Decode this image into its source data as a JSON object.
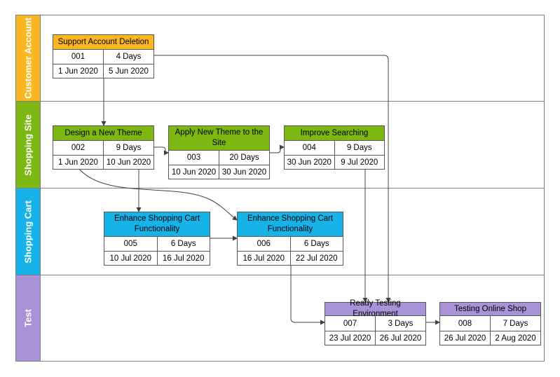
{
  "colors": {
    "orange": "#fbb722",
    "green": "#7db712",
    "blue": "#16b2e8",
    "purple": "#a992d8",
    "line": "#404040"
  },
  "lanes": [
    {
      "id": "customer",
      "label": "Customer Account",
      "color": "#fbb722"
    },
    {
      "id": "site",
      "label": "Shopping Site",
      "color": "#7db712"
    },
    {
      "id": "cart",
      "label": "Shopping Cart",
      "color": "#16b2e8"
    },
    {
      "id": "test",
      "label": "Test",
      "color": "#a992d8"
    }
  ],
  "tasks": [
    {
      "title": "Support Account Deletion",
      "id": "001",
      "duration": "4 Days",
      "start": "1 Jun 2020",
      "end": "5 Jun 2020",
      "color": "#fbb722"
    },
    {
      "title": "Design a New Theme",
      "id": "002",
      "duration": "9 Days",
      "start": "1 Jun 2020",
      "end": "10 Jun 2020",
      "color": "#7db712"
    },
    {
      "title": "Apply New Theme to the Site",
      "id": "003",
      "duration": "20 Days",
      "start": "10 Jun 2020",
      "end": "30 Jun 2020",
      "color": "#7db712"
    },
    {
      "title": "Improve Searching",
      "id": "004",
      "duration": "9 Days",
      "start": "30 Jun 2020",
      "end": "9 Jul 2020",
      "color": "#7db712"
    },
    {
      "title": "Enhance Shopping Cart Functionality",
      "id": "005",
      "duration": "6 Days",
      "start": "10 Jul 2020",
      "end": "16 Jul 2020",
      "color": "#16b2e8"
    },
    {
      "title": "Enhance Shopping Cart Functionality",
      "id": "006",
      "duration": "6 Days",
      "start": "16 Jul 2020",
      "end": "22 Jul 2020",
      "color": "#16b2e8"
    },
    {
      "title": "Ready Testing Environment",
      "id": "007",
      "duration": "3 Days",
      "start": "23 Jul 2020",
      "end": "26 Jul 2020",
      "color": "#a992d8"
    },
    {
      "title": "Testing Online Shop",
      "id": "008",
      "duration": "7 Days",
      "start": "26 Jul 2020",
      "end": "2 Aug 2020",
      "color": "#a992d8"
    }
  ]
}
